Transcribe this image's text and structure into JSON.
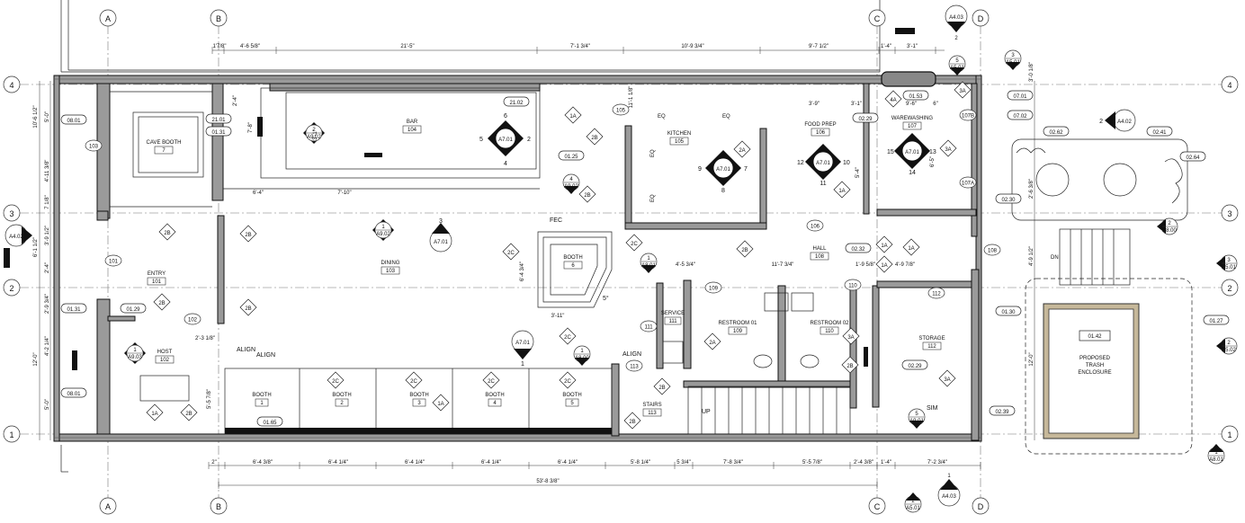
{
  "grid": {
    "vertical": [
      "A",
      "B",
      "C",
      "D"
    ],
    "horizontal": [
      "4",
      "3",
      "2",
      "1"
    ]
  },
  "sheet_refs": {
    "top_a403": {
      "sheet": "A4.03",
      "num": "2"
    },
    "bottom_a403": {
      "sheet": "A4.03",
      "num": "1"
    },
    "left_a402": "A4.02",
    "right_a402": {
      "sheet": "A4.02",
      "num": "2"
    },
    "top_a501_5": {
      "num": "5",
      "sheet": "A5.01"
    },
    "top_a501_3": {
      "num": "3",
      "sheet": "A5.01"
    },
    "right_a501_3": {
      "num": "3",
      "sheet": "A5.01"
    },
    "right_a502_2": {
      "num": "2",
      "sheet": "A5.02"
    },
    "right_a801_1": {
      "num": "1",
      "sheet": "A8.01"
    },
    "right_a800_2": {
      "num": "2",
      "sheet": "A8.00"
    },
    "mid_a801_1": {
      "num": "1",
      "sheet": "A8.01"
    },
    "mid_a800_1": {
      "num": "1",
      "sheet": "A8.00"
    },
    "bottom_a501_2": {
      "num": "2",
      "sheet": "A5.01"
    },
    "a901_5": {
      "num": "5",
      "sheet": "A9.01"
    },
    "a902_2": {
      "num": "2",
      "sheet": "A9.02"
    },
    "a902_4": {
      "num": "4",
      "sheet": "A9.02"
    },
    "a902_1": {
      "num": "1",
      "sheet": "A9.02"
    },
    "a903_1": {
      "num": "1",
      "sheet": "A9.03"
    }
  },
  "elevations": {
    "bar": {
      "sheet": "A7.01",
      "n": "6",
      "e": "2",
      "s": "4",
      "w": "5"
    },
    "kitchen": {
      "sheet": "A7.01",
      "n": "",
      "e": "7",
      "s": "8",
      "w": "9"
    },
    "food_prep": {
      "sheet": "A7.01",
      "e": "10",
      "s": "11",
      "w": "12"
    },
    "warewashing": {
      "sheet": "A7.01",
      "e": "13",
      "s": "14",
      "w": "15"
    },
    "dining": {
      "sheet": "A7.01",
      "num": "3"
    },
    "booths": {
      "sheet": "A7.01",
      "num": "1"
    }
  },
  "rooms": [
    {
      "name": "CAVE BOOTH",
      "num": "7"
    },
    {
      "name": "BAR",
      "num": "104"
    },
    {
      "name": "KITCHEN",
      "num": "105"
    },
    {
      "name": "FOOD PREP",
      "num": "106"
    },
    {
      "name": "WAREWASHING",
      "num": "107"
    },
    {
      "name": "ENTRY",
      "num": "101"
    },
    {
      "name": "DINING",
      "num": "103"
    },
    {
      "name": "BOOTH",
      "num": "6"
    },
    {
      "name": "HALL",
      "num": "108"
    },
    {
      "name": "HOST",
      "num": "102"
    },
    {
      "name": "SERVICE",
      "num": "111"
    },
    {
      "name": "RESTROOM 01",
      "num": "109"
    },
    {
      "name": "RESTROOM 02",
      "num": "110"
    },
    {
      "name": "STORAGE",
      "num": "112"
    },
    {
      "name": "STAIRS",
      "num": "113"
    },
    {
      "name": "BOOTH",
      "num": "1"
    },
    {
      "name": "BOOTH",
      "num": "2"
    },
    {
      "name": "BOOTH",
      "num": "3"
    },
    {
      "name": "BOOTH",
      "num": "4"
    },
    {
      "name": "BOOTH",
      "num": "5"
    }
  ],
  "trash": {
    "tag": "01.42",
    "l1": "PROPOSED",
    "l2": "TRASH",
    "l3": "ENCLOSURE"
  },
  "keynotes": [
    "08.01",
    "21.01",
    "01.31",
    "21.02",
    "01.25",
    "01.53",
    "07.01",
    "07.02",
    "02.29",
    "02.62",
    "02.41",
    "02.64",
    "02.30",
    "02.32",
    "01.30",
    "01.27",
    "01.31",
    "01.29",
    "08.01",
    "01.65",
    "02.29",
    "02.39"
  ],
  "wall_types": [
    "2B",
    "2B",
    "2B",
    "2B",
    "2B",
    "2B",
    "2B",
    "2C",
    "2C",
    "2C",
    "2C",
    "2C",
    "2C",
    "2C",
    "2A",
    "2A",
    "2B",
    "2B",
    "2B",
    "1A",
    "1A",
    "1A",
    "1A",
    "1A",
    "3A",
    "3A",
    "3A",
    "3A",
    "4A",
    "1A",
    "1A",
    "2B"
  ],
  "doors": [
    "101",
    "102",
    "103",
    "105",
    "106",
    "107A",
    "107B",
    "108",
    "109",
    "110",
    "111",
    "112",
    "113"
  ],
  "dims_top": [
    "1'7/8\"",
    "4'-6 5/8\"",
    "21'-5\"",
    "7'-1 3/4\"",
    "10'-9 3/4\"",
    "9'-7 1/2\"",
    "1'-4\"",
    "3'-1\""
  ],
  "dims_bottom": [
    "2\"",
    "6'-4 3/8\"",
    "6'-4 1/4\"",
    "6'-4 1/4\"",
    "6'-4 1/4\"",
    "6'-4 1/4\"",
    "5'-8 1/4\"",
    "5 3/4\"",
    "7'-8 3/4\"",
    "5'-5 7/8\"",
    "2'-4 3/8\"",
    "1'-4\"",
    "7'-2 3/4\""
  ],
  "dim_overall": "53'-8 3/8\"",
  "dims_left": [
    "5'-0\"",
    "10'-6 1/2\"",
    "4'-11 3/8\"",
    "7 1/8\"",
    "3'-9 1/2\"",
    "6'-1 1/2\"",
    "2'-4\"",
    "2'-9 3/4\"",
    "4'-2 1/4\"",
    "12'-0\"",
    "5'-0\""
  ],
  "dims_right": [
    "3'-0 1/8\"",
    "2'-6 3/8\"",
    "4'-9 1/2\"",
    "12'-0\""
  ],
  "dims_misc": [
    "2'-4\"",
    "3'-1\"",
    "7'-8\"",
    "6'-4\"",
    "7'-10\"",
    "3'-9\"",
    "3'-1\"",
    "9'-6\"",
    "6\"",
    "5'-4\"",
    "6'-5\"",
    "11'-1 1/8\"",
    "4'-5 3/4\"",
    "11'-7 3/4\"",
    "1'-9 5/8\"",
    "4'-9 7/8\"",
    "6'-4 3/4\"",
    "3'-11\"",
    "2'-3 1/8\"",
    "5'-5 7/8\""
  ],
  "labels": {
    "fec": "FEC",
    "align1": "ALIGN",
    "align2": "ALIGN",
    "align3": "ALIGN",
    "sim": "SIM",
    "eq1": "EQ",
    "eq2": "EQ",
    "eq3": "EQ",
    "eq4": "EQ",
    "dn": "DN",
    "up": "UP",
    "angle": "5°"
  }
}
